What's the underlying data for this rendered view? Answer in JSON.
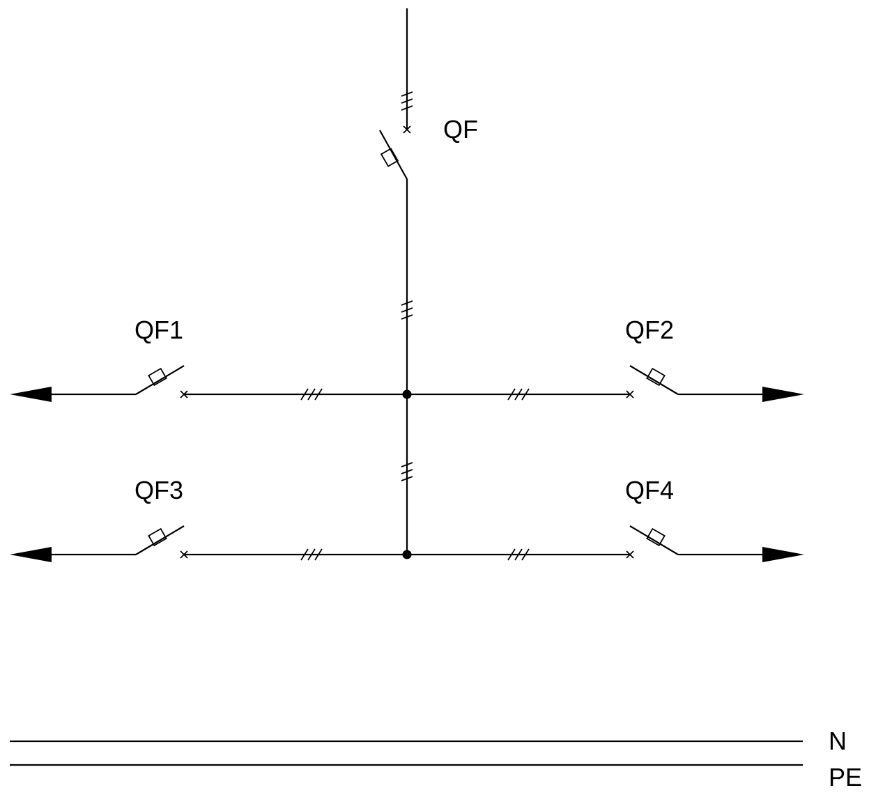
{
  "labels": {
    "main_breaker": "QF",
    "breaker_1": "QF1",
    "breaker_2": "QF2",
    "breaker_3": "QF3",
    "breaker_4": "QF4",
    "neutral": "N",
    "protective_earth": "PE"
  },
  "colors": {
    "line": "#000000",
    "background": "#ffffff"
  }
}
